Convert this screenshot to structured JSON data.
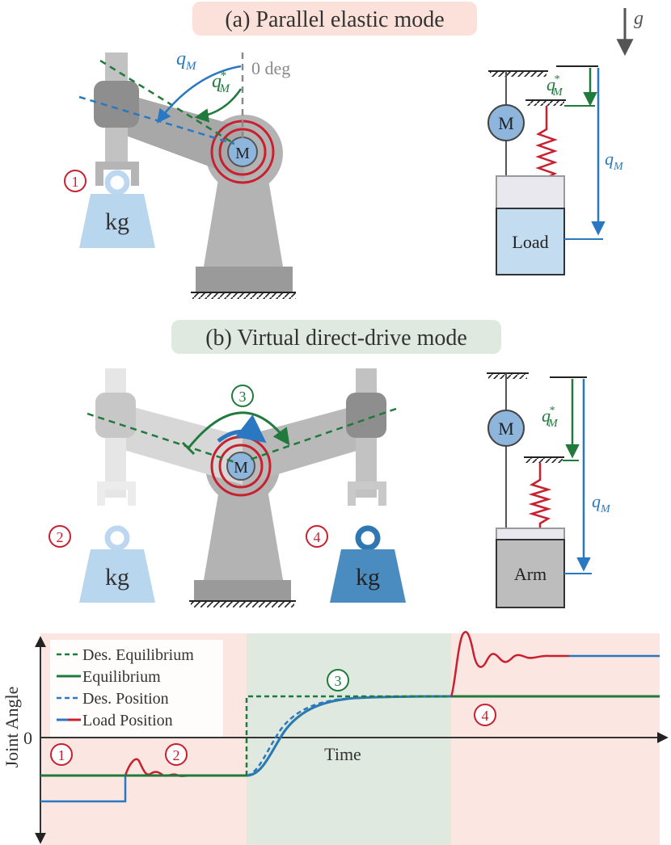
{
  "panel_a": {
    "title": "(a) Parallel elastic mode",
    "zero_label": "0 deg",
    "q_label": "q",
    "q_sub": "M",
    "qstar_sup": "*",
    "motor": "M",
    "weight": "kg",
    "load_box": "Load",
    "gravity": "g",
    "marker_1": "1"
  },
  "panel_b": {
    "title": "(b) Virtual direct-drive mode",
    "motor": "M",
    "weight": "kg",
    "arm_box": "Arm",
    "marker_2": "2",
    "marker_3": "3",
    "marker_4": "4"
  },
  "chart_data": {
    "type": "line",
    "ylabel": "Joint Angle",
    "xlabel": "Time",
    "y_zero_label": "0",
    "legend": [
      "Des. Equilibrium",
      "Equilibrium",
      "Des. Position",
      "Load Position"
    ],
    "phases": [
      "1",
      "2",
      "3",
      "4"
    ],
    "colors": {
      "des_equilibrium": "#1f7a3c",
      "equilibrium": "#1f7a3c",
      "des_position": "#2b78c2",
      "load_position_blue": "#2b78c2",
      "load_position_red": "#c8202f",
      "phase_red_bg": "#fbe6e1",
      "phase_green_bg": "#dfe9df"
    }
  }
}
